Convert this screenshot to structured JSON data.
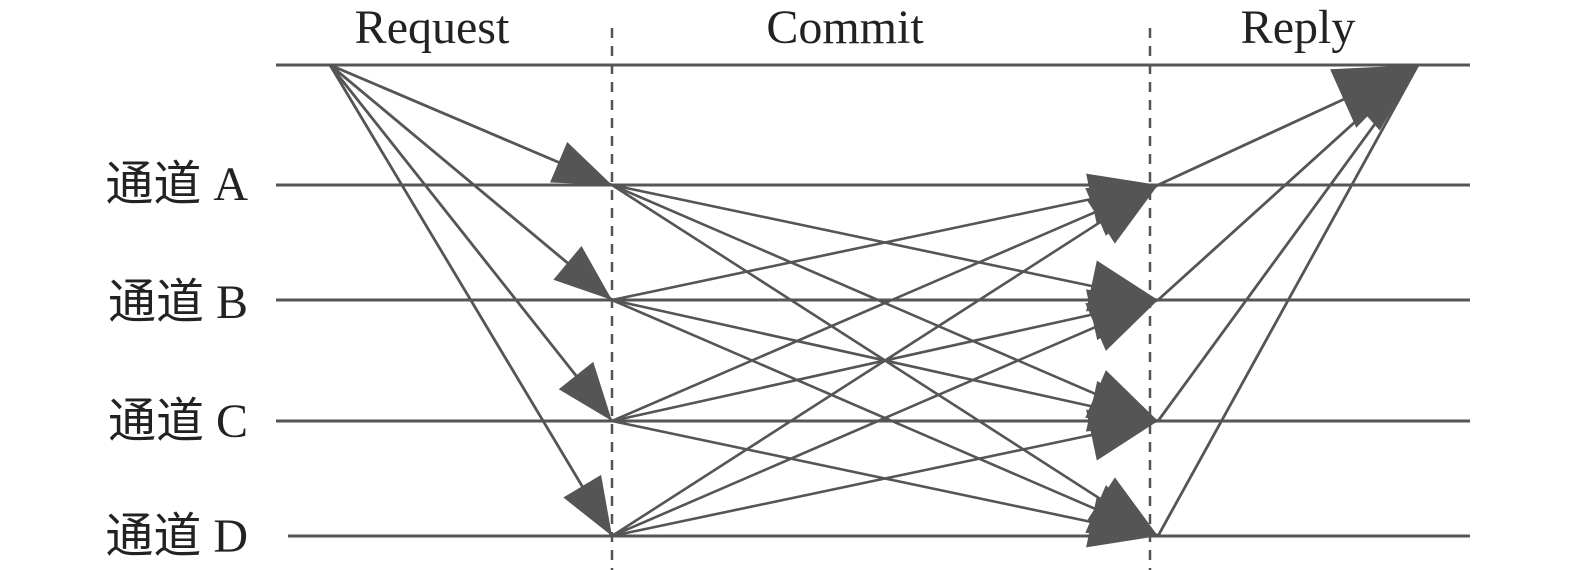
{
  "phases": {
    "request": "Request",
    "commit": "Commit",
    "reply": "Reply"
  },
  "channels": [
    {
      "id": "A",
      "label": "通道 A"
    },
    {
      "id": "B",
      "label": "通道 B"
    },
    {
      "id": "C",
      "label": "通道 C"
    },
    {
      "id": "D",
      "label": "通道 D"
    }
  ],
  "colors": {
    "line": "#555555",
    "arrow": "#555555",
    "text": "#222222"
  }
}
